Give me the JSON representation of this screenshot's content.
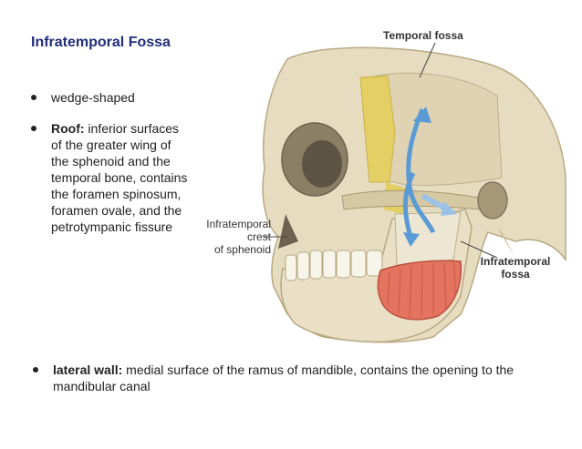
{
  "slide": {
    "title": "Infratemporal Fossa",
    "bullets": [
      {
        "bold": "",
        "text": "wedge-shaped"
      },
      {
        "bold": "Roof:",
        "text": " inferior surfaces of the greater wing of the sphenoid and the temporal bone, contains the foramen spinosum, foramen ovale, and the petrotympanic fissure"
      }
    ],
    "bottom_bullet": {
      "bold": "lateral wall:",
      "text": " medial surface of the ramus of mandible, contains the opening to the mandibular canal"
    }
  },
  "figure": {
    "labels": {
      "temporal_fossa": "Temporal fossa",
      "infratemporal_crest_line1": "Infratemporal",
      "infratemporal_crest_line2": "crest",
      "infratemporal_crest_line3": "of sphenoid",
      "infratemporal_fossa_line1": "Infratemporal",
      "infratemporal_fossa_line2": "fossa"
    },
    "colors": {
      "bone": "#e6dcc0",
      "bone_shadow": "#c9bb95",
      "sphenoid_highlight": "#e3cf63",
      "muscle": "#e4735f",
      "arrow": "#5b9bd5"
    }
  }
}
